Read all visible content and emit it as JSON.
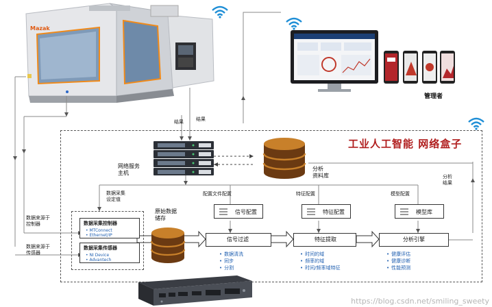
{
  "title": "工业人工智能    网络盒子",
  "machine_brand": "Mazak",
  "labels": {
    "result1": "结果",
    "result2": "结果",
    "manager": "管理者",
    "server": "网络服务\n主机",
    "analysis_db": "分析\n资料库",
    "analysis_result": "分析\n结果",
    "collect_setting": "数据采集\n设定值",
    "config_file": "配置文件配置",
    "feature_config_label": "特征配置",
    "model_config_label": "模型配置",
    "raw_storage": "原始数据\n储存",
    "source_controller": "数据来源于\n控制器",
    "source_sensor": "数据来源于\n传感器"
  },
  "collector_ctrl": {
    "title": "数据采集控制器",
    "items": [
      "MTConnect",
      "Ethernet/IP"
    ]
  },
  "collector_sensor": {
    "title": "数据采集传感器",
    "items": [
      "NI Device",
      "Advantech"
    ]
  },
  "config_boxes": [
    "信号配置",
    "特征配置",
    "模型库"
  ],
  "process_boxes": [
    "信号过滤",
    "特征提取",
    "分析引擎"
  ],
  "bullets_filter": [
    "数据清洗",
    "同步",
    "分割"
  ],
  "bullets_feature": [
    "时间的域",
    "频率的域",
    "时间/频率域特征"
  ],
  "bullets_engine": [
    "健康评估",
    "健康诊断",
    "性能预测"
  ],
  "watermark": "https://blog.csdn.net/smiling_sweety",
  "colors": {
    "title_red": "#b01e1e",
    "bullet_blue": "#1f5fb0",
    "db_orange": "#c8802a",
    "db_dark": "#6b3a12",
    "server_dark": "#2b2f36",
    "wifi_blue": "#1e8ed6"
  }
}
